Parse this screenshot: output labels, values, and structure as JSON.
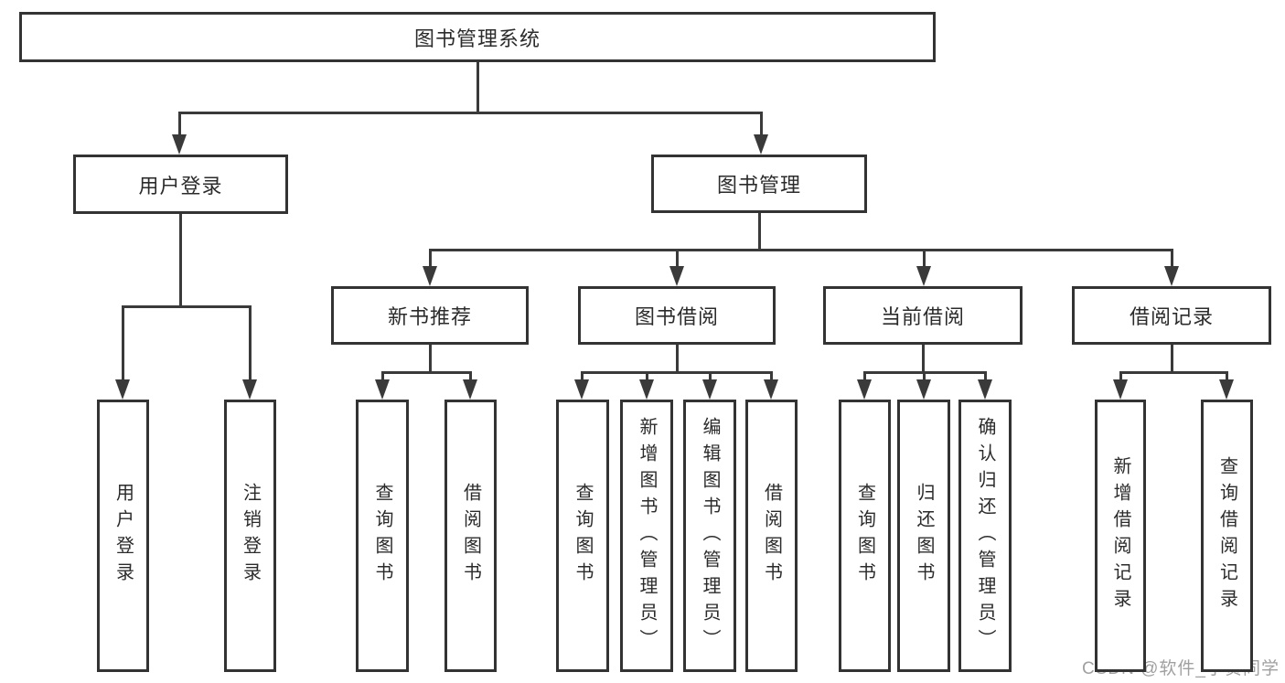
{
  "diagram": {
    "title": "图书管理系统",
    "nodes": [
      {
        "id": "root",
        "label": "图书管理系统"
      },
      {
        "id": "user-login",
        "label": "用户登录"
      },
      {
        "id": "book-mgmt",
        "label": "图书管理"
      },
      {
        "id": "new-book-rec",
        "label": "新书推荐"
      },
      {
        "id": "book-borrow",
        "label": "图书借阅"
      },
      {
        "id": "current-borrow",
        "label": "当前借阅"
      },
      {
        "id": "borrow-records",
        "label": "借阅记录"
      },
      {
        "id": "user-login-leaf",
        "label": "用户登录"
      },
      {
        "id": "logout-leaf",
        "label": "注销登录"
      },
      {
        "id": "rec-query-books",
        "label": "查询图书"
      },
      {
        "id": "rec-borrow-books",
        "label": "借阅图书"
      },
      {
        "id": "bb-query-books",
        "label": "查询图书"
      },
      {
        "id": "bb-add-books",
        "label": "新增图书（管理员）"
      },
      {
        "id": "bb-edit-books",
        "label": "编辑图书（管理员）"
      },
      {
        "id": "bb-borrow-books",
        "label": "借阅图书"
      },
      {
        "id": "cb-query-books",
        "label": "查询图书"
      },
      {
        "id": "cb-return-books",
        "label": "归还图书"
      },
      {
        "id": "cb-confirm-return",
        "label": "确认归还（管理员）"
      },
      {
        "id": "br-add-record",
        "label": "新增借阅记录"
      },
      {
        "id": "br-query-record",
        "label": "查询借阅记录"
      }
    ],
    "colors": {
      "line": "#3a3a3a",
      "border": "#333333",
      "text": "#2b2b2b",
      "watermark": "#a0a0a0",
      "background": "#ffffff"
    },
    "watermark": "CSDN @软件_小贺同学"
  }
}
